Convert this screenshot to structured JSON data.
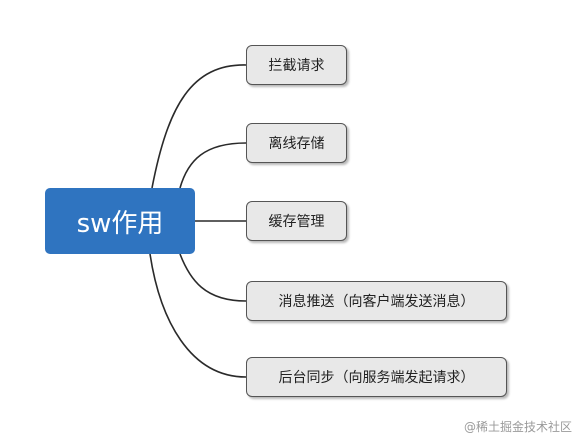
{
  "root": {
    "label": "sw作用"
  },
  "children": [
    {
      "label": "拦截请求"
    },
    {
      "label": "离线存储"
    },
    {
      "label": "缓存管理"
    },
    {
      "label": "消息推送（向客户端发送消息）"
    },
    {
      "label": "后台同步（向服务端发起请求）"
    }
  ],
  "watermark": "@稀土掘金技术社区",
  "colors": {
    "root_fill": "#2f74c0",
    "node_fill": "#e8e8e8",
    "node_border": "#555555",
    "connector": "#2a2a2a"
  }
}
